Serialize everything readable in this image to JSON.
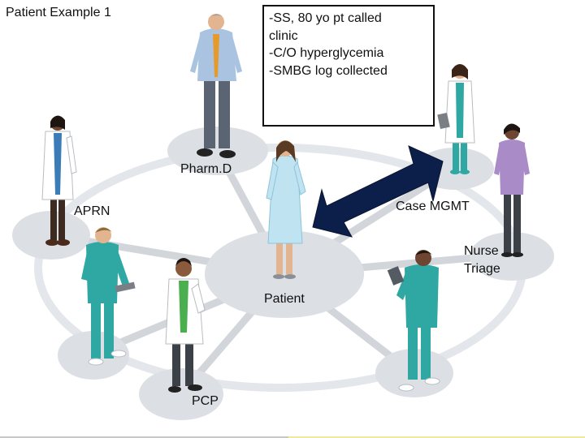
{
  "title": "Patient Example 1",
  "note": {
    "lines": [
      "-SS, 80 yo pt called",
      "clinic",
      "-C/O hyperglycemia",
      "-SMBG log collected"
    ]
  },
  "roles": {
    "pharmd": "Pharm.D",
    "aprn": "APRN",
    "case_mgmt": "Case MGMT",
    "nurse_triage": "Nurse Triage",
    "patient": "Patient",
    "pcp": "PCP"
  },
  "colors": {
    "platform": "#dcdfe4",
    "spoke": "#d2d5da",
    "ring": "#e3e6ea",
    "arrow": "#0b1f4a",
    "scrubs": "#2fa7a3",
    "coat": "#ffffff",
    "gown": "#bfe3f0",
    "shirt_blue": "#a9c3e0",
    "pants_gray": "#5b6472",
    "skin": "#e2b48f",
    "skin_dark": "#8a5a3c",
    "purple": "#a98bc7"
  }
}
